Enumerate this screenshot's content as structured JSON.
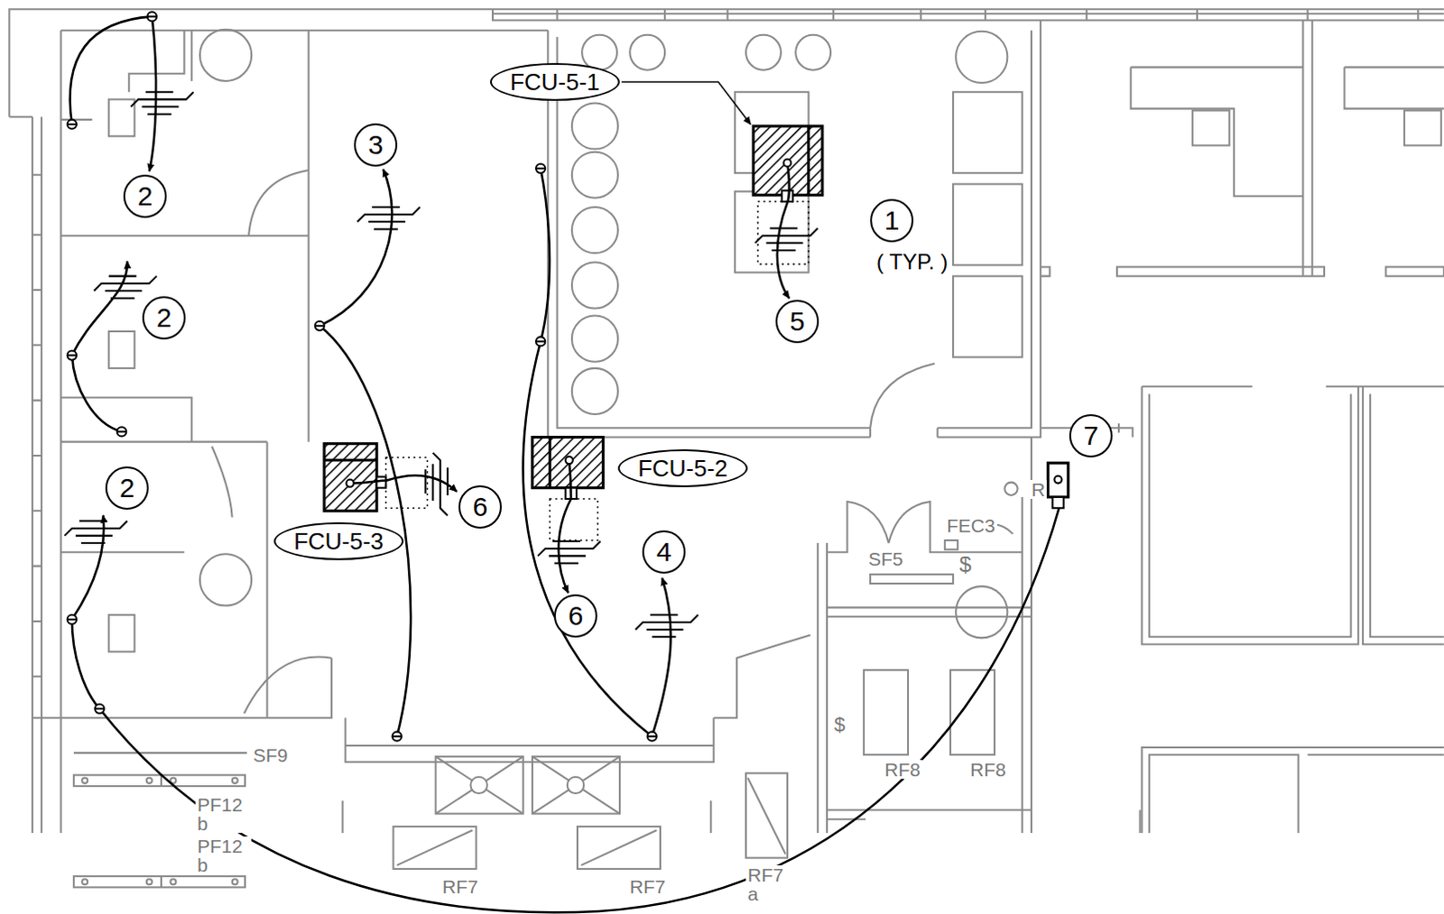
{
  "diagram": {
    "nodes": [
      {
        "text": [
          "FCU-5-1"
        ]
      },
      {
        "text": [
          "3"
        ]
      },
      {
        "text": [
          "2"
        ]
      },
      {
        "text": [
          "1"
        ]
      },
      {
        "text": [
          "2"
        ]
      },
      {
        "text": [
          "5"
        ]
      },
      {
        "text": [
          "7"
        ]
      },
      {
        "text": [
          "FCU-5-2"
        ]
      },
      {
        "text": [
          "2"
        ]
      },
      {
        "text": [
          "6"
        ]
      },
      {
        "text": [
          "FCU-5-3"
        ]
      },
      {
        "text": [
          "4"
        ]
      },
      {
        "text": [
          "6"
        ]
      }
    ],
    "labels": [
      "( TYP. )",
      "FEC3",
      "SF5",
      "R",
      "$",
      "$",
      "SF9",
      "RF8",
      "RF8",
      "PF12 b",
      "PF12 b",
      "RF7",
      "RF7",
      "RF7 a"
    ]
  }
}
